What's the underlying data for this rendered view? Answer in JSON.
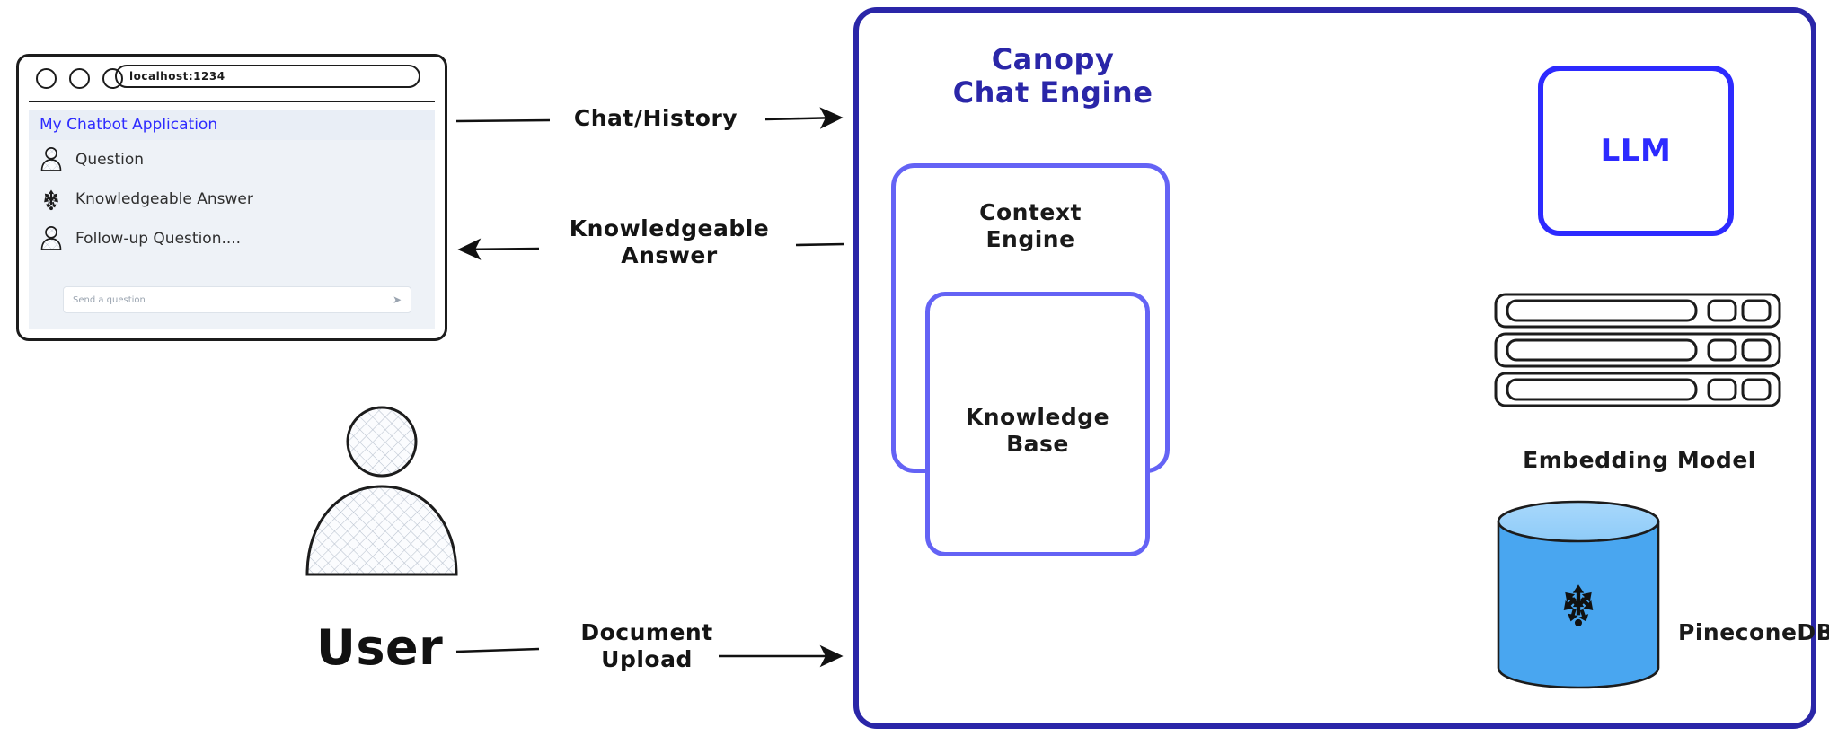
{
  "browser": {
    "url": "localhost:1234",
    "app_title": "My Chatbot Application",
    "window_dots": [
      "dot-1",
      "dot-2",
      "dot-3"
    ],
    "messages": [
      {
        "icon": "person-icon",
        "text": "Question"
      },
      {
        "icon": "pinecone-logo-icon",
        "text": "Knowledgeable Answer"
      },
      {
        "icon": "person-icon",
        "text": "Follow-up Question...."
      }
    ],
    "input": {
      "placeholder": "Send a question",
      "send_icon": "send-icon",
      "value": ""
    }
  },
  "actor": {
    "label": "User",
    "icon": "user-avatar-icon"
  },
  "flows": [
    {
      "id": "chat-history",
      "label": "Chat/History",
      "direction": "right"
    },
    {
      "id": "knowledgeable-answer",
      "label": "Knowledgeable\nAnswer",
      "line1": "Knowledgeable",
      "line2": "Answer",
      "direction": "left"
    },
    {
      "id": "document-upload",
      "label": "Document\nUpload",
      "line1": "Document",
      "line2": "Upload",
      "direction": "right"
    }
  ],
  "engine": {
    "title_line1": "Canopy",
    "title_line2": "Chat Engine",
    "context_engine": {
      "line1": "Context",
      "line2": "Engine"
    },
    "knowledge_base": {
      "line1": "Knowledge",
      "line2": "Base"
    }
  },
  "services": {
    "llm": {
      "label": "LLM"
    },
    "embedding": {
      "label": "Embedding Model",
      "icon": "server-rack-icon",
      "rack_count": 3
    },
    "vector_db": {
      "label": "PineconeDB",
      "icon": "database-cylinder-icon"
    }
  },
  "connections": [
    {
      "from": "canopy-chat-engine",
      "to": "llm",
      "arrow": "bidirectional"
    },
    {
      "from": "knowledge-base",
      "to": "embedding-model",
      "arrow": "bidirectional"
    },
    {
      "from": "knowledge-base",
      "to": "pinecone-db",
      "arrow": "bidirectional"
    }
  ],
  "colors": {
    "outer_border": "#2a26a8",
    "inner_border": "#6463f5",
    "llm_blue": "#2d2aff",
    "title_blue": "#2a26a8",
    "app_title_blue": "#2d2aff",
    "db_fill": "#49a6f0",
    "panel_bg": "#eef2f7",
    "ink": "#141414"
  }
}
